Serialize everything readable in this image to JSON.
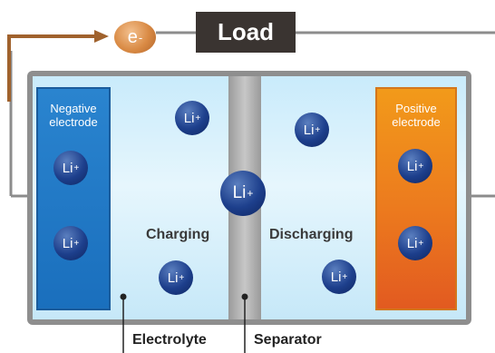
{
  "load": {
    "label": "Load"
  },
  "electron": {
    "symbol": "e",
    "charge": "-"
  },
  "negative_electrode": {
    "label_line1": "Negative",
    "label_line2": "electrode"
  },
  "positive_electrode": {
    "label_line1": "Positive",
    "label_line2": "electrode"
  },
  "ion": {
    "symbol": "Li",
    "charge": "+"
  },
  "directions": {
    "charging": "Charging",
    "discharging": "Discharging"
  },
  "labels": {
    "electrolyte": "Electrolyte",
    "separator": "Separator"
  },
  "colors": {
    "wire": "#8c8c8c",
    "electron_path": "#a0622d",
    "negative_electrode": "#1a6fbd",
    "positive_electrode": "#ec7a1e",
    "ion": "#1d3f8c"
  }
}
